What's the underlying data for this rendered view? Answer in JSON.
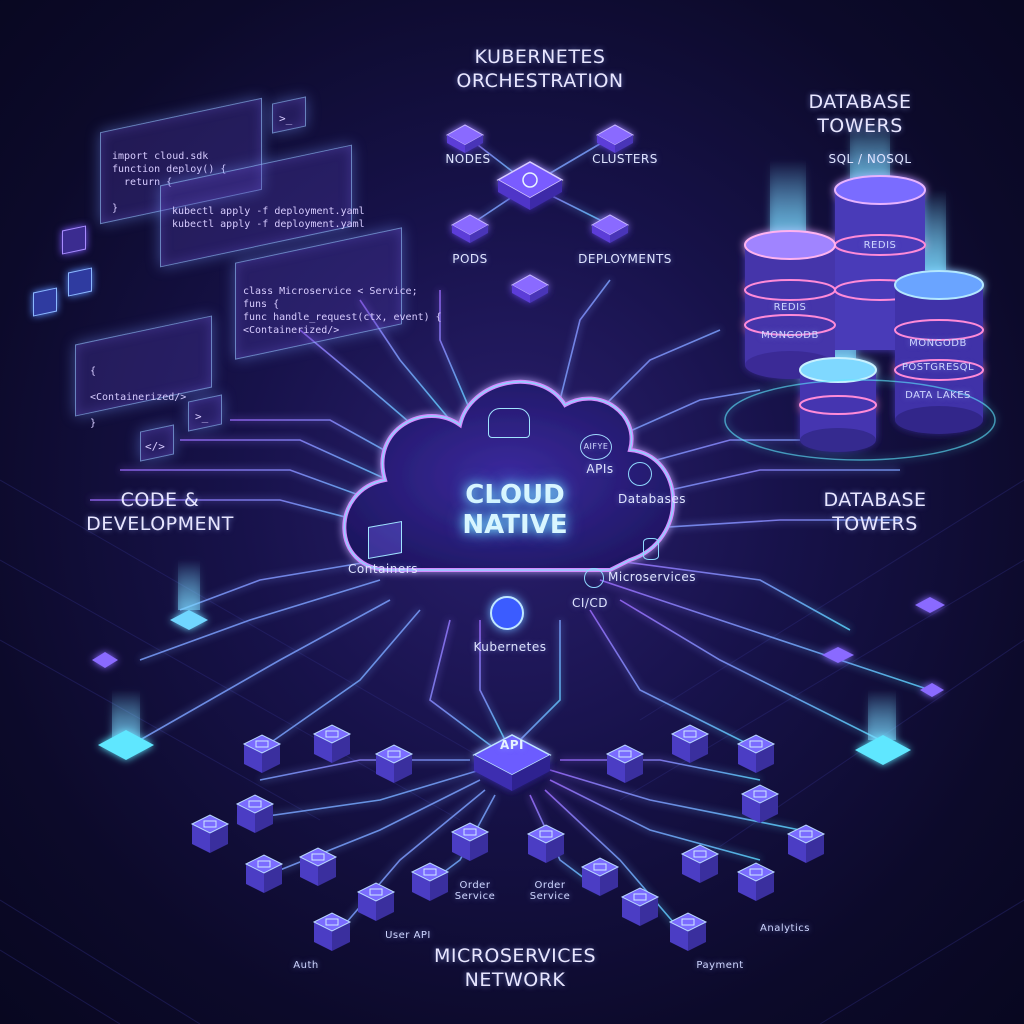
{
  "sections": {
    "kubernetes": "KUBERNETES\nORCHESTRATION",
    "database_top": "DATABASE\nTOWERS",
    "sql_nosql": "SQL / NOSQL",
    "code_dev": "CODE &\nDEVELOPMENT",
    "database_right": "DATABASE\nTOWERS",
    "microservices": "MICROSERVICES\nNETWORK"
  },
  "kubernetes_nodes": {
    "nodes": "NODES",
    "clusters": "CLUSTERS",
    "pods": "PODS",
    "deployments": "DEPLOYMENTS"
  },
  "cloud": {
    "title": "CLOUD\nNATIVE",
    "apis": "APIs",
    "databases": "Databases",
    "containers": "Containers",
    "microservices": "Microservices",
    "cicd": "CI/CD",
    "kubernetes": "Kubernetes",
    "apis_icon_text": "AIFYE"
  },
  "db_towers": {
    "tall_redis": "REDIS",
    "left_redis": "REDIS",
    "left_mongodb": "MONGODB",
    "right_mongodb": "MONGODB",
    "right_postgresql": "POSTGRESQL",
    "right_datalakes": "DATA LAKES"
  },
  "code_panels": {
    "panel1": "import cloud.sdk\nfunction deploy() {\n  return {\n\n}",
    "panel2": "kubectl apply -f deployment.yaml\nkubectl apply -f deployment.yaml",
    "panel3": "class Microservice < Service;\nfuns {\nfunc handle_request(ctx, event) {\n<Containerized/>",
    "panel4": "{\n\n<Containerized/>\n\n}",
    "prompt_icon": ">_",
    "tag_icon": "</>"
  },
  "api_hub": "API",
  "services": {
    "order1": "Order\nService",
    "order2": "Order\nService",
    "user_api": "User API",
    "auth": "Auth",
    "payment": "Payment",
    "analytics": "Analytics"
  },
  "colors": {
    "accent_cyan": "#5ee7ff",
    "accent_purple": "#b06bff",
    "accent_blue": "#6f8cff"
  }
}
